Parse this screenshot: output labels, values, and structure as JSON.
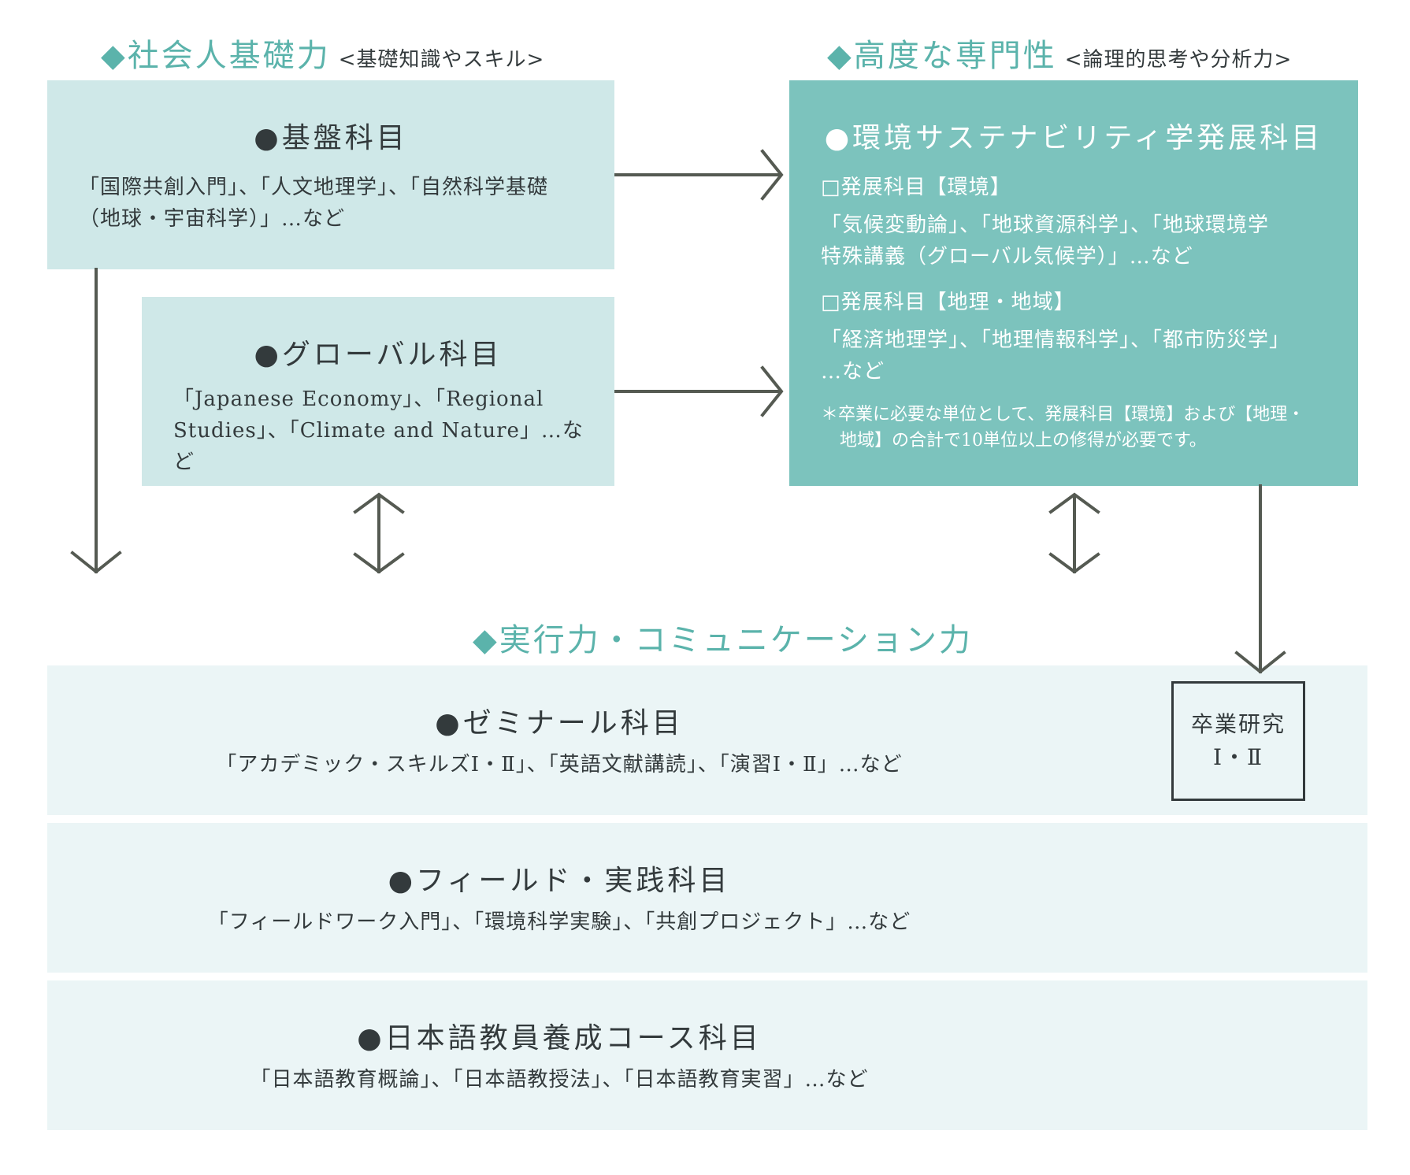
{
  "headings": {
    "basic": {
      "marker": "◆",
      "title": "社会人基礎力",
      "sub": "<基礎知識やスキル>"
    },
    "advanced": {
      "marker": "◆",
      "title": "高度な専門性",
      "sub": "<論理的思考や分析力>"
    },
    "practical": {
      "marker": "◆",
      "title": "実行力・コミュニケーション力"
    }
  },
  "boxes": {
    "kiban": {
      "title": "●基盤科目",
      "lines": [
        "「国際共創入門」、「人文地理学」、「自然科学基礎",
        "（地球・宇宙科学）」…など"
      ]
    },
    "global": {
      "title": "●グローバル科目",
      "lines": [
        "「Japanese Economy」、「Regional",
        "Studies」、「Climate and Nature」…など"
      ]
    },
    "env": {
      "title": "●環境サステナビリティ学発展科目",
      "sub1": "□発展科目【環境】",
      "sub1_lines": [
        "「気候変動論」、「地球資源科学」、「地球環境学",
        "特殊講義（グローバル気候学）」…など"
      ],
      "sub2": "□発展科目【地理・地域】",
      "sub2_lines": [
        "「経済地理学」、「地理情報科学」、「都市防災学」",
        "…など"
      ],
      "note_lines": [
        "＊卒業に必要な単位として、発展科目【環境】および【地理・",
        "地域】の合計で10単位以上の修得が必要です。"
      ]
    },
    "seminar": {
      "title": "●ゼミナール科目",
      "text": "「アカデミック・スキルズⅠ・Ⅱ」、「英語文献講読」、「演習Ⅰ・Ⅱ」…など"
    },
    "field": {
      "title": "●フィールド・実践科目",
      "text": "「フィールドワーク入門」、「環境科学実験」、「共創プロジェクト」…など"
    },
    "japanese": {
      "title": "●日本語教員養成コース科目",
      "text": "「日本語教育概論」、「日本語教授法」、「日本語教育実習」…など"
    },
    "research": {
      "lines": [
        "卒業研究",
        "Ⅰ・Ⅱ"
      ]
    }
  },
  "colors": {
    "accent": "#5bb3ab",
    "light_box": "#cfe8e8",
    "teal_box": "#7cc3bd",
    "pale_box": "#ebf5f6",
    "text": "#333a3c",
    "arrow": "#555a52"
  },
  "icons": [
    "diamond-icon",
    "bullet-icon",
    "arrow-right-icon",
    "arrow-down-icon",
    "double-arrow-icon"
  ]
}
